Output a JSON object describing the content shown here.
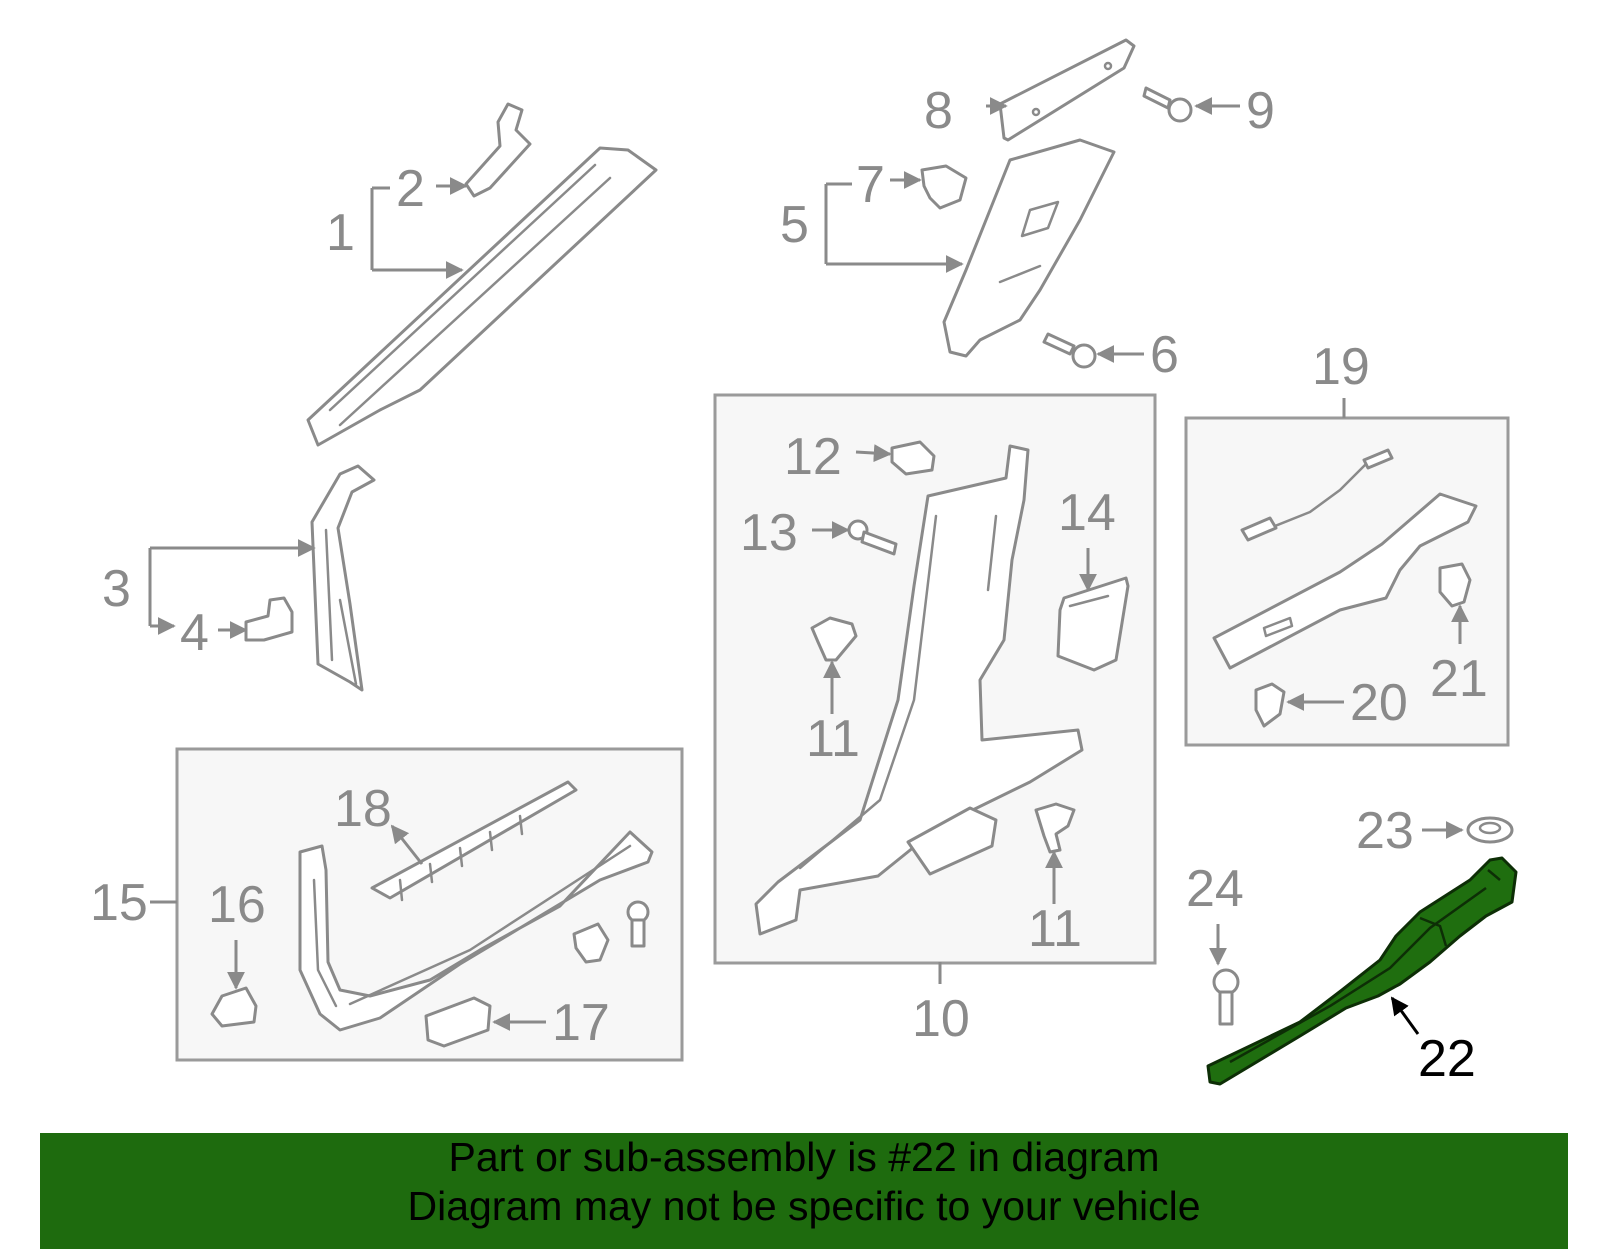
{
  "diagram": {
    "labels": [
      "1",
      "2",
      "3",
      "4",
      "5",
      "6",
      "7",
      "8",
      "9",
      "10",
      "11",
      "11",
      "12",
      "13",
      "14",
      "15",
      "16",
      "17",
      "18",
      "19",
      "20",
      "21",
      "22",
      "23",
      "24"
    ],
    "highlighted_part": "22",
    "highlight_color": "#1e6b0e"
  },
  "banner": {
    "line1": "Part or sub-assembly is #22 in diagram",
    "line2": "Diagram may not be specific to your vehicle",
    "background": "#1e6b0e"
  }
}
